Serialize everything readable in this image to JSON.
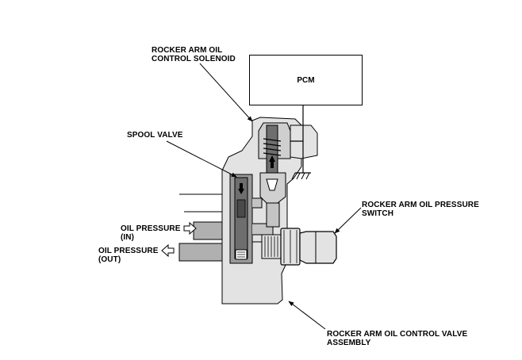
{
  "labels": {
    "solenoid": [
      "ROCKER ARM OIL",
      "CONTROL SOLENOID"
    ],
    "pcm": "PCM",
    "spool_valve": "SPOOL VALVE",
    "pressure_switch": [
      "ROCKER ARM OIL PRESSURE",
      "SWITCH"
    ],
    "oil_in": [
      "OIL PRESSURE",
      "(IN)"
    ],
    "oil_out": [
      "OIL PRESSURE",
      "(OUT)"
    ],
    "valve_assembly": [
      "ROCKER ARM OIL CONTROL VALVE",
      "ASSEMBLY"
    ]
  },
  "colors": {
    "body_fill": "#e3e3e3",
    "dark_part": "#6e6e6e",
    "medium_part": "#b0b0b0",
    "line": "#000000"
  }
}
